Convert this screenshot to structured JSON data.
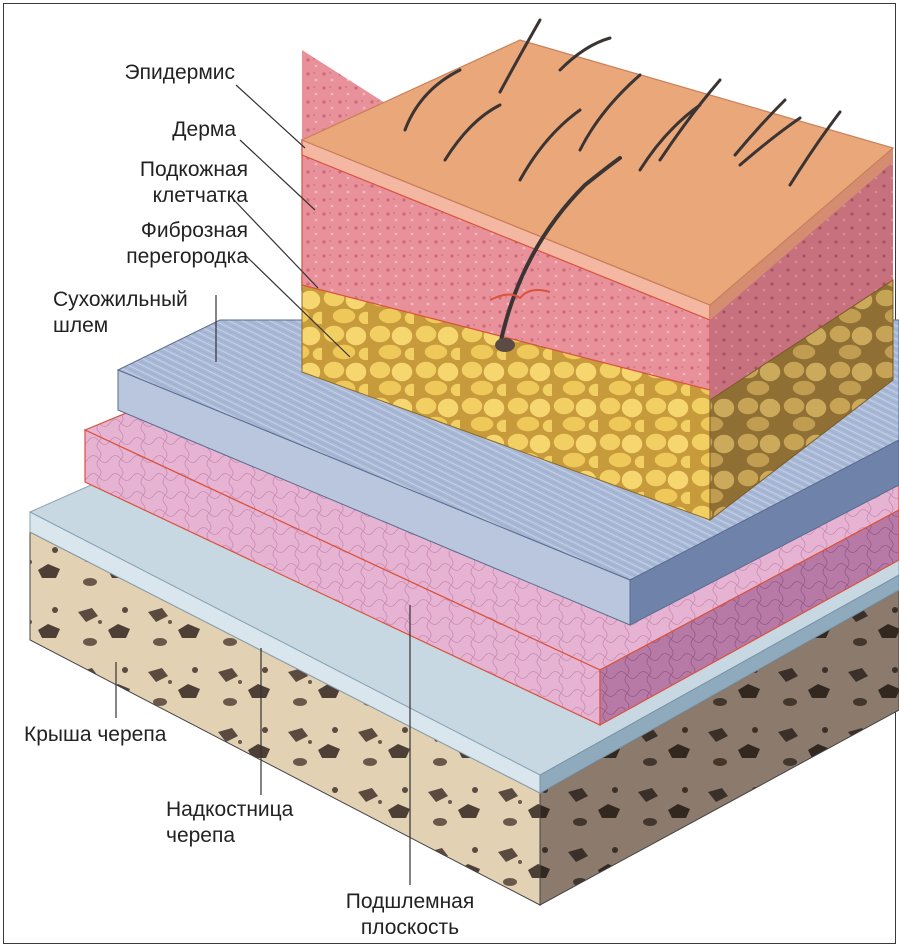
{
  "labels": {
    "epidermis": "Эпидермис",
    "dermis": "Дерма",
    "subcutis_1": "Подкожная",
    "subcutis_2": "клетчатка",
    "septum_1": "Фиброзная",
    "septum_2": "перегородка",
    "galea_1": "Сухожильный",
    "galea_2": "шлем",
    "skull": "Крыша черепа",
    "periosteum_1": "Надкостница",
    "periosteum_2": "черепа",
    "subgaleal_1": "Подшлемная",
    "subgaleal_2": "плоскость"
  },
  "colors": {
    "epidermis": "#e9a77a",
    "dermis": "#e8919a",
    "fat": "#f2cf63",
    "galea": "#a9b9d6",
    "loose_tissue": "#e0a9c9",
    "periosteum": "#c7d8e2",
    "bone": "#e2d1b2",
    "bone_spots": "#5a4a3f",
    "hair": "#3b3433",
    "leader": "#333333"
  }
}
